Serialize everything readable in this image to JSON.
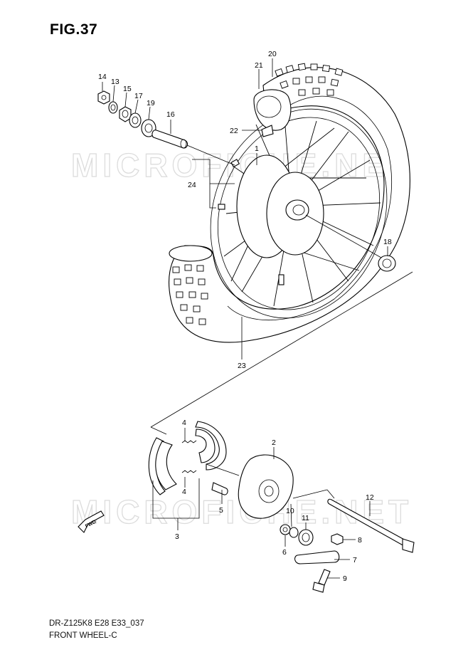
{
  "figure": {
    "title": "FIG.37",
    "model_code": "DR-Z125K8 E28 E33_037",
    "section_name": "FRONT WHEEL-C",
    "watermark": "MICROFICHE.NET",
    "direction_arrow": "FWD"
  },
  "callouts": [
    {
      "id": "c14",
      "number": "14"
    },
    {
      "id": "c13",
      "number": "13"
    },
    {
      "id": "c15",
      "number": "15"
    },
    {
      "id": "c17",
      "number": "17"
    },
    {
      "id": "c19",
      "number": "19"
    },
    {
      "id": "c16",
      "number": "16"
    },
    {
      "id": "c20",
      "number": "20"
    },
    {
      "id": "c21",
      "number": "21"
    },
    {
      "id": "c22",
      "number": "22"
    },
    {
      "id": "c1",
      "number": "1"
    },
    {
      "id": "c24",
      "number": "24"
    },
    {
      "id": "c18",
      "number": "18"
    },
    {
      "id": "c23",
      "number": "23"
    },
    {
      "id": "c4a",
      "number": "4"
    },
    {
      "id": "c4b",
      "number": "4"
    },
    {
      "id": "c3",
      "number": "3"
    },
    {
      "id": "c2",
      "number": "2"
    },
    {
      "id": "c5",
      "number": "5"
    },
    {
      "id": "c10",
      "number": "10"
    },
    {
      "id": "c11",
      "number": "11"
    },
    {
      "id": "c12",
      "number": "12"
    },
    {
      "id": "c6",
      "number": "6"
    },
    {
      "id": "c8",
      "number": "8"
    },
    {
      "id": "c7",
      "number": "7"
    },
    {
      "id": "c9",
      "number": "9"
    }
  ]
}
